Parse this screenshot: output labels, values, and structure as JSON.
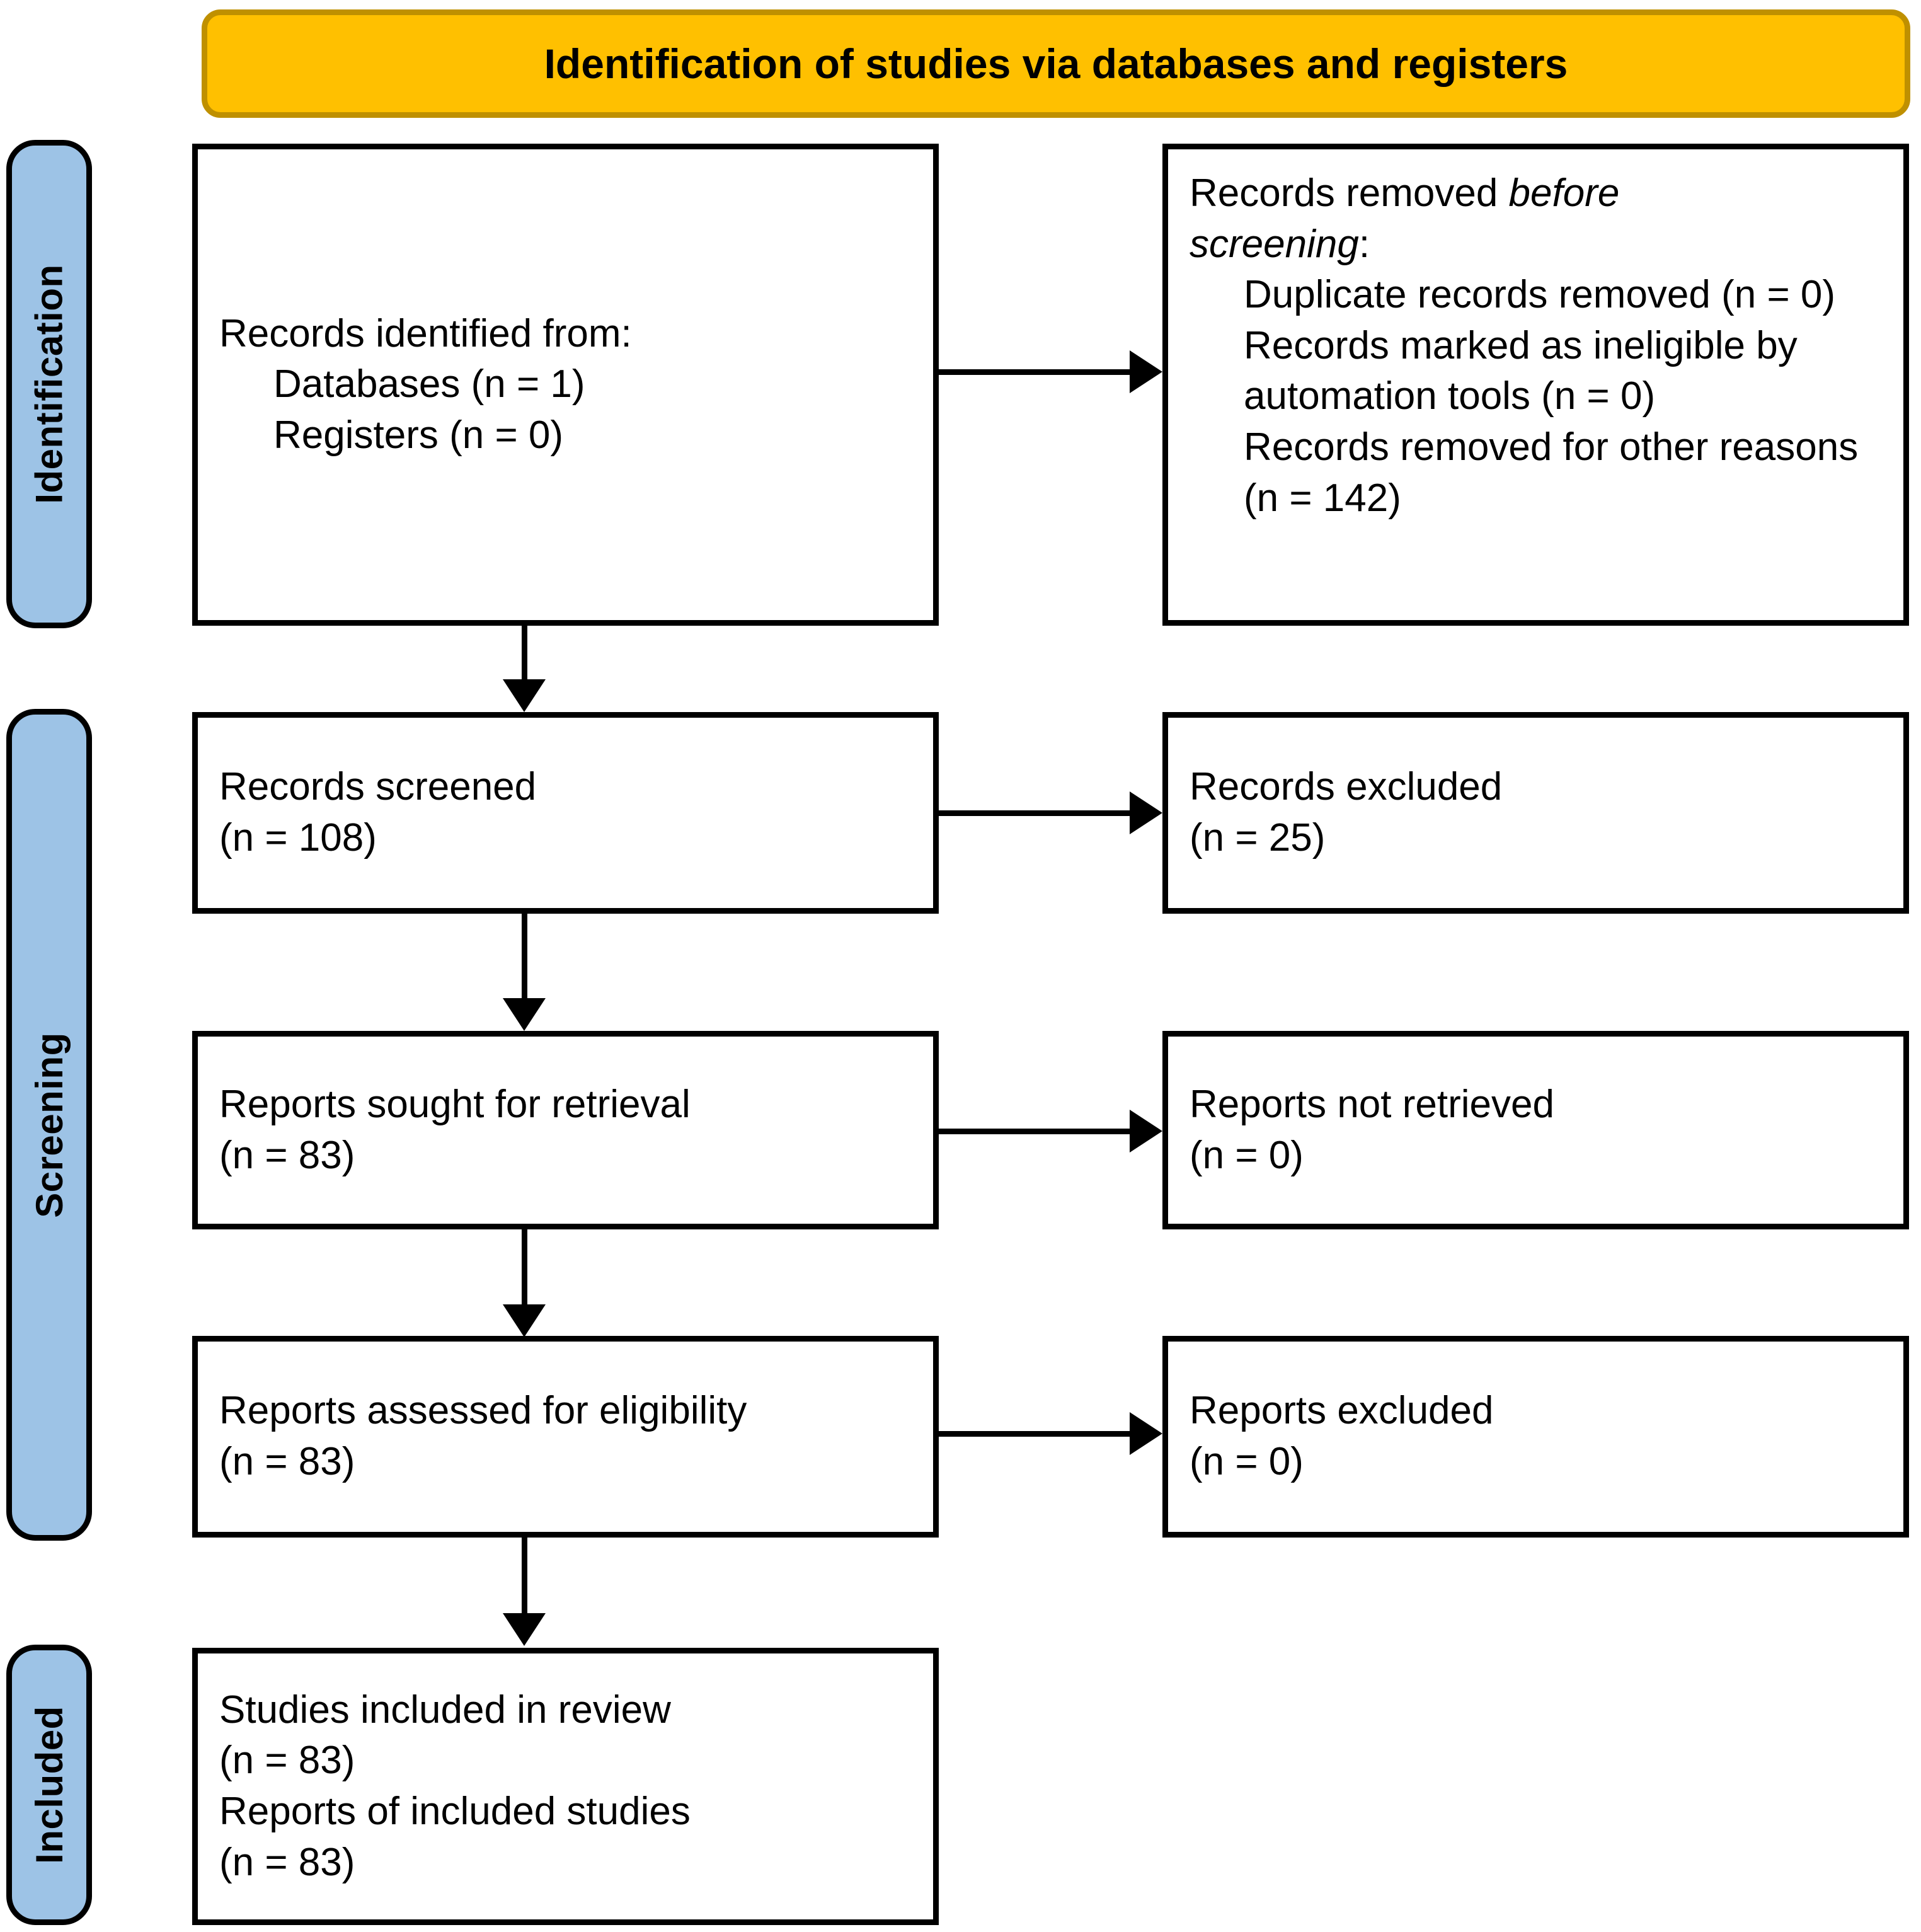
{
  "colors": {
    "banner_fill": "#FFC000",
    "banner_border": "#BF9000",
    "stage_pill_fill": "#9DC3E6",
    "box_border": "#000000",
    "text": "#000000"
  },
  "banner": {
    "title": "Identification of studies via databases and registers"
  },
  "stages": [
    {
      "id": "identification",
      "label": "Identification"
    },
    {
      "id": "screening",
      "label": "Screening"
    },
    {
      "id": "included",
      "label": "Included"
    }
  ],
  "boxes": {
    "records_identified": {
      "lines": [
        {
          "text": "Records identified from:",
          "indent": false
        },
        {
          "text": "Databases (n = 1)",
          "indent": true
        },
        {
          "text": "Registers (n = 0)",
          "indent": true
        }
      ]
    },
    "records_removed": {
      "lines": [
        {
          "text": "Records removed ",
          "em": "before",
          "tail": "",
          "indent": false
        },
        {
          "em": "screening",
          "tail": ":",
          "indent": false
        },
        {
          "text": "Duplicate records removed (n = 0)",
          "indent": true
        },
        {
          "text": "Records marked as ineligible by automation tools (n = 0)",
          "indent": true
        },
        {
          "text": "Records removed for other reasons (n = 142)",
          "indent": true
        }
      ]
    },
    "records_screened": {
      "lines": [
        {
          "text": "Records screened",
          "indent": false
        },
        {
          "text": "(n = 108)",
          "indent": false
        }
      ]
    },
    "records_excluded": {
      "lines": [
        {
          "text": "Records excluded",
          "indent": false
        },
        {
          "text": "(n = 25)",
          "indent": false
        }
      ]
    },
    "reports_sought": {
      "lines": [
        {
          "text": "Reports sought for retrieval",
          "indent": false
        },
        {
          "text": "(n = 83)",
          "indent": false
        }
      ]
    },
    "reports_not_retrieved": {
      "lines": [
        {
          "text": "Reports not retrieved",
          "indent": false
        },
        {
          "text": "(n = 0)",
          "indent": false
        }
      ]
    },
    "reports_assessed": {
      "lines": [
        {
          "text": "Reports assessed for eligibility",
          "indent": false
        },
        {
          "text": "(n = 83)",
          "indent": false
        }
      ]
    },
    "reports_excluded": {
      "lines": [
        {
          "text": "Reports excluded",
          "indent": false
        },
        {
          "text": "(n = 0)",
          "indent": false
        }
      ]
    },
    "studies_included": {
      "lines": [
        {
          "text": "Studies included in review",
          "indent": false
        },
        {
          "text": "(n = 83)",
          "indent": false
        },
        {
          "text": "Reports of included studies",
          "indent": false
        },
        {
          "text": "(n = 83)",
          "indent": false
        }
      ]
    }
  },
  "flow_data": {
    "type": "prisma-flow-diagram",
    "title": "Identification of studies via databases and registers",
    "counts": {
      "databases": 1,
      "registers": 0,
      "duplicate_records_removed": 0,
      "records_marked_ineligible_by_automation_tools": 0,
      "records_removed_other_reasons": 142,
      "records_screened": 108,
      "records_excluded": 25,
      "reports_sought_for_retrieval": 83,
      "reports_not_retrieved": 0,
      "reports_assessed_for_eligibility": 83,
      "reports_excluded": 0,
      "studies_included_in_review": 83,
      "reports_of_included_studies": 83
    },
    "edges": [
      {
        "from": "records_identified",
        "to": "records_removed",
        "direction": "right"
      },
      {
        "from": "records_identified",
        "to": "records_screened",
        "direction": "down"
      },
      {
        "from": "records_screened",
        "to": "records_excluded",
        "direction": "right"
      },
      {
        "from": "records_screened",
        "to": "reports_sought",
        "direction": "down"
      },
      {
        "from": "reports_sought",
        "to": "reports_not_retrieved",
        "direction": "right"
      },
      {
        "from": "reports_sought",
        "to": "reports_assessed",
        "direction": "down"
      },
      {
        "from": "reports_assessed",
        "to": "reports_excluded",
        "direction": "right"
      },
      {
        "from": "reports_assessed",
        "to": "studies_included",
        "direction": "down"
      }
    ]
  }
}
